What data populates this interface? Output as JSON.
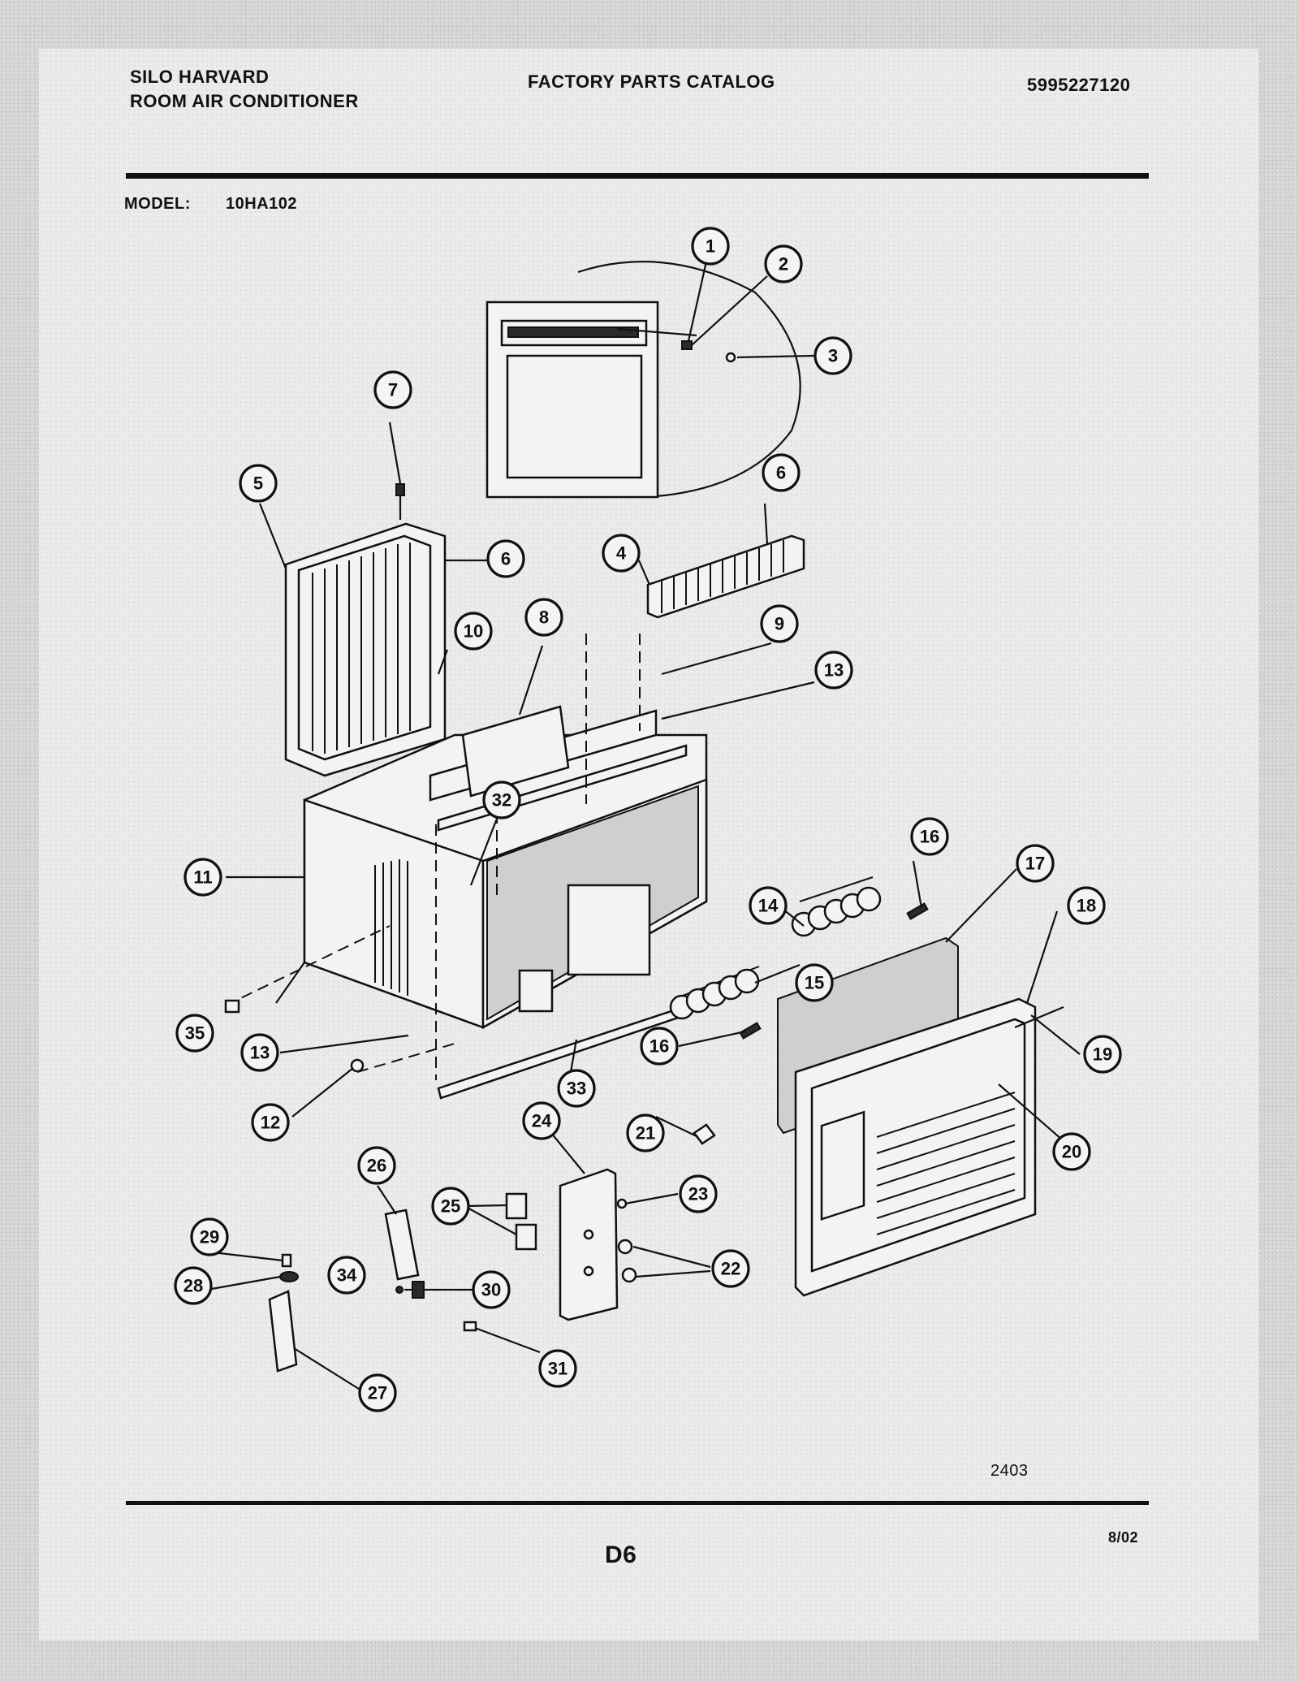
{
  "header": {
    "brand_line1": "SILO HARVARD",
    "brand_line2": "ROOM AIR CONDITIONER",
    "catalog_title": "FACTORY PARTS CATALOG",
    "catalog_number": "5995227120"
  },
  "model": {
    "label": "MODEL:",
    "value": "10HA102"
  },
  "diagram": {
    "callouts": [
      "1",
      "2",
      "3",
      "4",
      "5",
      "6",
      "6",
      "7",
      "8",
      "9",
      "10",
      "11",
      "12",
      "13",
      "13",
      "14",
      "15",
      "16",
      "16",
      "17",
      "18",
      "19",
      "20",
      "21",
      "22",
      "23",
      "24",
      "25",
      "26",
      "27",
      "28",
      "29",
      "30",
      "31",
      "32",
      "33",
      "34",
      "35"
    ],
    "drawing_number": "2403"
  },
  "footer": {
    "page_code": "D6",
    "date": "8/02"
  }
}
